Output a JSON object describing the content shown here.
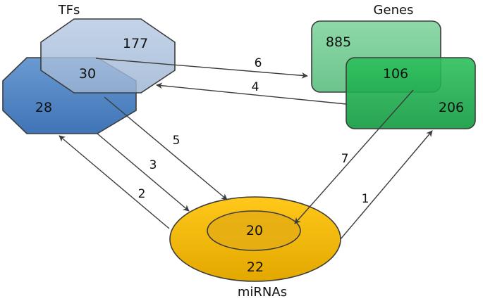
{
  "diagram": {
    "groups": {
      "tfs": {
        "label": "TFs",
        "count_left": "28",
        "count_overlap": "30",
        "count_right": "177"
      },
      "genes": {
        "label": "Genes",
        "count_left": "885",
        "count_overlap": "106",
        "count_right": "206"
      },
      "mirnas": {
        "label": "miRNAs",
        "count_inner": "20",
        "count_outer": "22"
      }
    },
    "arrows": [
      {
        "id": "1",
        "label": "1"
      },
      {
        "id": "2",
        "label": "2"
      },
      {
        "id": "3",
        "label": "3"
      },
      {
        "id": "4",
        "label": "4"
      },
      {
        "id": "5",
        "label": "5"
      },
      {
        "id": "6",
        "label": "6"
      },
      {
        "id": "7",
        "label": "7"
      }
    ],
    "colors": {
      "tf_dark": "#4a7fbf",
      "tf_light": "#a9bed9",
      "gene_light": "#7fcf9c",
      "gene_dark": "#1aa64a",
      "mirna": "#f2b600",
      "stroke": "#3c3c3c"
    }
  }
}
